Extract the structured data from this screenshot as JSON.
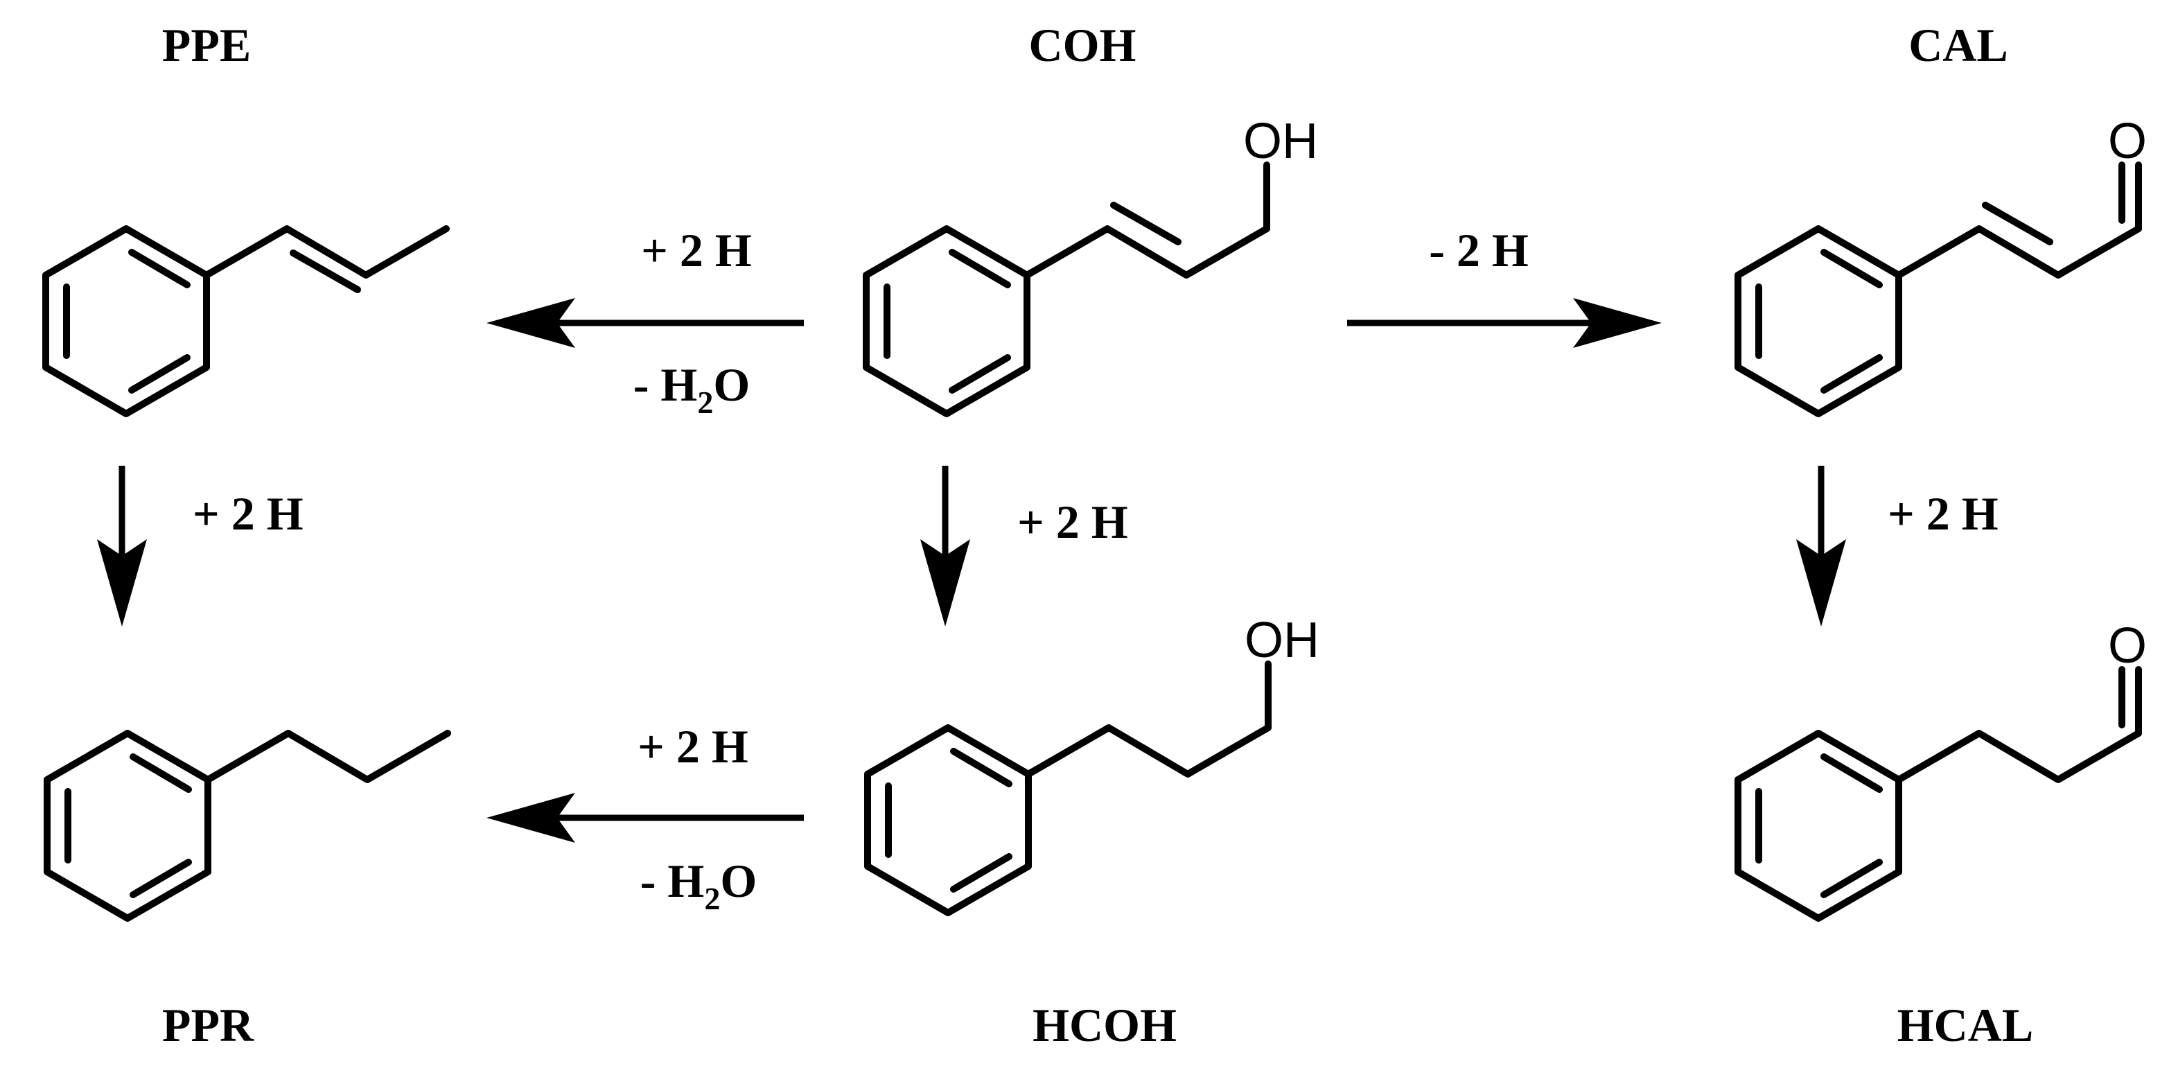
{
  "compounds": {
    "ppe": {
      "label": "PPE"
    },
    "coh": {
      "label": "COH",
      "atom": "OH"
    },
    "cal": {
      "label": "CAL",
      "atom": "O"
    },
    "ppr": {
      "label": "PPR"
    },
    "hcoh": {
      "label": "HCOH",
      "atom": "OH"
    },
    "hcal": {
      "label": "HCAL",
      "atom": "O"
    }
  },
  "reactions": {
    "coh_to_ppe": {
      "top": "+ 2 H",
      "bottom_pre": "- H",
      "bottom_sub": "2",
      "bottom_post": "O"
    },
    "coh_to_cal": {
      "top": "- 2 H"
    },
    "ppe_to_ppr": {
      "side": "+ 2 H"
    },
    "coh_to_hcoh": {
      "side": "+ 2 H"
    },
    "cal_to_hcal": {
      "side": "+ 2 H"
    },
    "hcoh_to_ppr": {
      "top": "+ 2 H",
      "bottom_pre": "- H",
      "bottom_sub": "2",
      "bottom_post": "O"
    }
  }
}
